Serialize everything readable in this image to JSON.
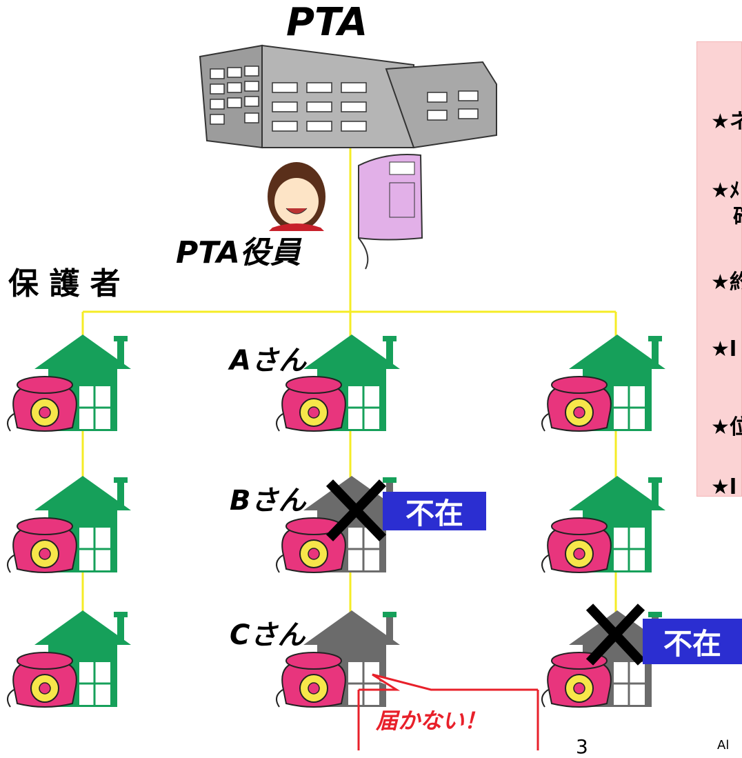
{
  "title": "PTA",
  "officer_label": "PTA役員",
  "guardians_label": "保 護 者",
  "names": {
    "a": "Aさん",
    "b": "Bさん",
    "c": "Cさん"
  },
  "absent_label": "不在",
  "callout": "届かない！",
  "page_number": "3",
  "footer_fragment": "Al",
  "panel_stars": [
    "★ネ",
    "★ﾒ",
    "確",
    "★約",
    "★l",
    "★位",
    "★l"
  ],
  "colors": {
    "house_green": "#16a05a",
    "house_gray": "#6b6b6b",
    "line_yellow": "#f5ec25",
    "phone_pink": "#e8357d",
    "absent_blue": "#2b2ed1",
    "callout_red": "#e8202a",
    "panel_pink": "#fbd3d4"
  }
}
